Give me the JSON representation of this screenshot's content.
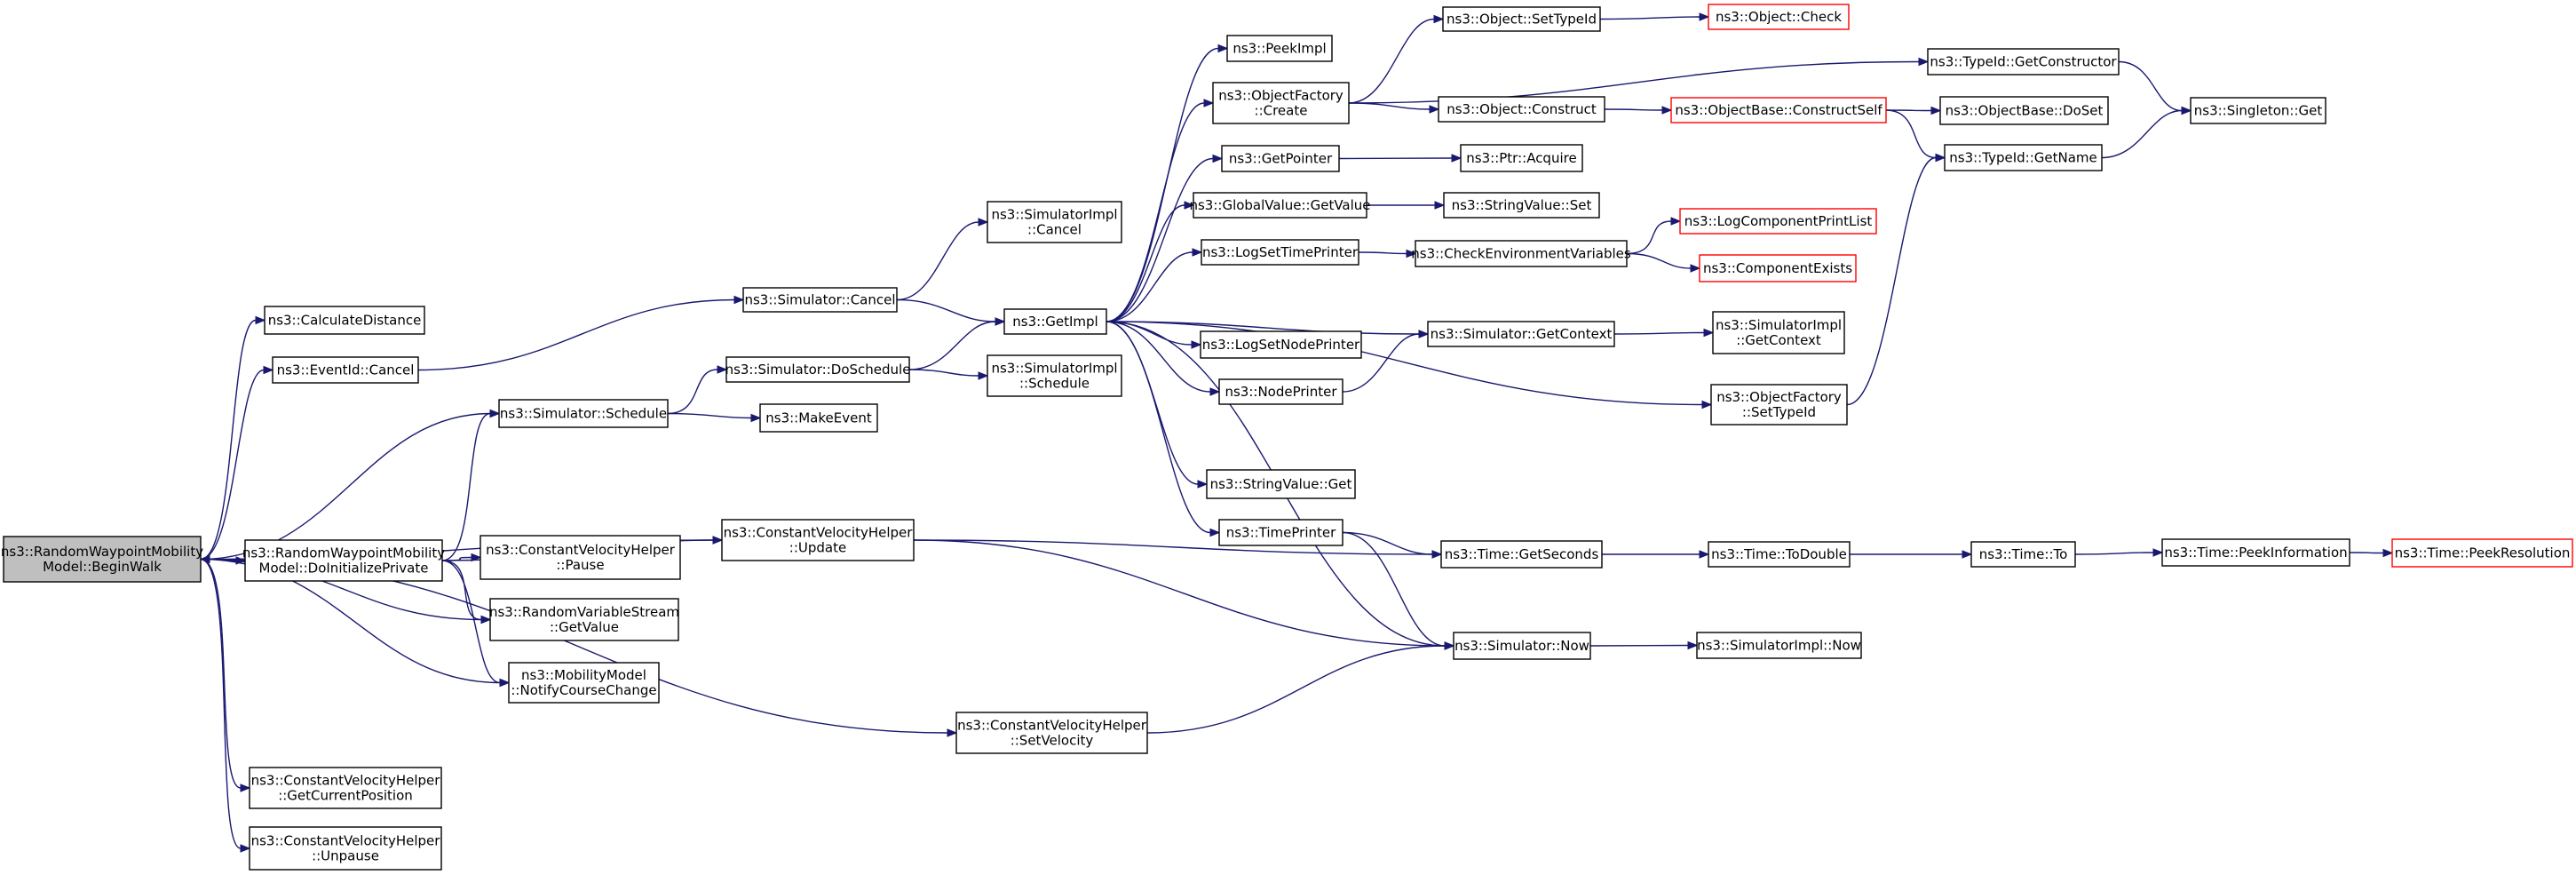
{
  "graph": {
    "nodes": [
      {
        "id": "root",
        "lines": [
          "ns3::RandomWaypointMobility",
          "Model::BeginWalk"
        ],
        "style": "root"
      },
      {
        "id": "calcdist",
        "lines": [
          "ns3::CalculateDistance"
        ]
      },
      {
        "id": "evcancel",
        "lines": [
          "ns3::EventId::Cancel"
        ]
      },
      {
        "id": "schedule",
        "lines": [
          "ns3::Simulator::Schedule"
        ]
      },
      {
        "id": "doinit",
        "lines": [
          "ns3::RandomWaypointMobility",
          "Model::DoInitializePrivate"
        ]
      },
      {
        "id": "cvpause",
        "lines": [
          "ns3::ConstantVelocityHelper",
          "::Pause"
        ]
      },
      {
        "id": "rvsget",
        "lines": [
          "ns3::RandomVariableStream",
          "::GetValue"
        ]
      },
      {
        "id": "notify",
        "lines": [
          "ns3::MobilityModel",
          "::NotifyCourseChange"
        ]
      },
      {
        "id": "getcur",
        "lines": [
          "ns3::ConstantVelocityHelper",
          "::GetCurrentPosition"
        ]
      },
      {
        "id": "unpause",
        "lines": [
          "ns3::ConstantVelocityHelper",
          "::Unpause"
        ]
      },
      {
        "id": "simcancel",
        "lines": [
          "ns3::Simulator::Cancel"
        ]
      },
      {
        "id": "dosched",
        "lines": [
          "ns3::Simulator::DoSchedule"
        ]
      },
      {
        "id": "makeevent",
        "lines": [
          "ns3::MakeEvent"
        ]
      },
      {
        "id": "cvupdate",
        "lines": [
          "ns3::ConstantVelocityHelper",
          "::Update"
        ]
      },
      {
        "id": "setvel",
        "lines": [
          "ns3::ConstantVelocityHelper",
          "::SetVelocity"
        ]
      },
      {
        "id": "implcancel",
        "lines": [
          "ns3::SimulatorImpl",
          "::Cancel"
        ]
      },
      {
        "id": "getimpl",
        "lines": [
          "ns3::GetImpl"
        ]
      },
      {
        "id": "implsched",
        "lines": [
          "ns3::SimulatorImpl",
          "::Schedule"
        ]
      },
      {
        "id": "peekimpl",
        "lines": [
          "ns3::PeekImpl"
        ]
      },
      {
        "id": "ofcreate",
        "lines": [
          "ns3::ObjectFactory",
          "::Create"
        ]
      },
      {
        "id": "getpointer",
        "lines": [
          "ns3::GetPointer"
        ]
      },
      {
        "id": "gvget",
        "lines": [
          "ns3::GlobalValue::GetValue"
        ]
      },
      {
        "id": "logtime",
        "lines": [
          "ns3::LogSetTimePrinter"
        ]
      },
      {
        "id": "lognode",
        "lines": [
          "ns3::LogSetNodePrinter"
        ]
      },
      {
        "id": "nodeprinter",
        "lines": [
          "ns3::NodePrinter"
        ]
      },
      {
        "id": "svget",
        "lines": [
          "ns3::StringValue::Get"
        ]
      },
      {
        "id": "timeprinter",
        "lines": [
          "ns3::TimePrinter"
        ]
      },
      {
        "id": "objsettid",
        "lines": [
          "ns3::Object::SetTypeId"
        ]
      },
      {
        "id": "objconstruct",
        "lines": [
          "ns3::Object::Construct"
        ]
      },
      {
        "id": "ptracquire",
        "lines": [
          "ns3::Ptr::Acquire"
        ]
      },
      {
        "id": "svset",
        "lines": [
          "ns3::StringValue::Set"
        ]
      },
      {
        "id": "checkenv",
        "lines": [
          "ns3::CheckEnvironmentVariables"
        ]
      },
      {
        "id": "getctx",
        "lines": [
          "ns3::Simulator::GetContext"
        ]
      },
      {
        "id": "ofsettid",
        "lines": [
          "ns3::ObjectFactory",
          "::SetTypeId"
        ]
      },
      {
        "id": "getsecs",
        "lines": [
          "ns3::Time::GetSeconds"
        ]
      },
      {
        "id": "simnow",
        "lines": [
          "ns3::Simulator::Now"
        ]
      },
      {
        "id": "objcheck",
        "lines": [
          "ns3::Object::Check"
        ],
        "style": "red"
      },
      {
        "id": "tidgetctor",
        "lines": [
          "ns3::TypeId::GetConstructor"
        ]
      },
      {
        "id": "obconstructself",
        "lines": [
          "ns3::ObjectBase::ConstructSelf"
        ],
        "style": "red"
      },
      {
        "id": "logprintlist",
        "lines": [
          "ns3::LogComponentPrintList"
        ],
        "style": "red"
      },
      {
        "id": "compexists",
        "lines": [
          "ns3::ComponentExists"
        ],
        "style": "red"
      },
      {
        "id": "implgetctx",
        "lines": [
          "ns3::SimulatorImpl",
          "::GetContext"
        ]
      },
      {
        "id": "todouble",
        "lines": [
          "ns3::Time::ToDouble"
        ]
      },
      {
        "id": "implnow",
        "lines": [
          "ns3::SimulatorImpl::Now"
        ]
      },
      {
        "id": "obdoset",
        "lines": [
          "ns3::ObjectBase::DoSet"
        ]
      },
      {
        "id": "tidgetname",
        "lines": [
          "ns3::TypeId::GetName"
        ]
      },
      {
        "id": "timeto",
        "lines": [
          "ns3::Time::To"
        ]
      },
      {
        "id": "singleton",
        "lines": [
          "ns3::Singleton::Get"
        ]
      },
      {
        "id": "peekinfo",
        "lines": [
          "ns3::Time::PeekInformation"
        ]
      },
      {
        "id": "peekres",
        "lines": [
          "ns3::Time::PeekResolution"
        ],
        "style": "red"
      }
    ],
    "edges": [
      [
        "root",
        "calcdist"
      ],
      [
        "root",
        "evcancel"
      ],
      [
        "root",
        "schedule"
      ],
      [
        "root",
        "doinit"
      ],
      [
        "root",
        "cvupdate"
      ],
      [
        "root",
        "rvsget"
      ],
      [
        "root",
        "notify"
      ],
      [
        "root",
        "setvel"
      ],
      [
        "root",
        "getcur"
      ],
      [
        "root",
        "unpause"
      ],
      [
        "doinit",
        "root"
      ],
      [
        "doinit",
        "schedule"
      ],
      [
        "doinit",
        "cvpause"
      ],
      [
        "doinit",
        "rvsget"
      ],
      [
        "doinit",
        "notify"
      ],
      [
        "doinit",
        "cvupdate"
      ],
      [
        "evcancel",
        "simcancel"
      ],
      [
        "schedule",
        "dosched"
      ],
      [
        "schedule",
        "makeevent"
      ],
      [
        "simcancel",
        "implcancel"
      ],
      [
        "simcancel",
        "getimpl"
      ],
      [
        "dosched",
        "getimpl"
      ],
      [
        "dosched",
        "implsched"
      ],
      [
        "cvupdate",
        "getsecs"
      ],
      [
        "cvupdate",
        "simnow"
      ],
      [
        "setvel",
        "simnow"
      ],
      [
        "getimpl",
        "peekimpl"
      ],
      [
        "getimpl",
        "ofcreate"
      ],
      [
        "getimpl",
        "getpointer"
      ],
      [
        "getimpl",
        "gvget"
      ],
      [
        "getimpl",
        "logtime"
      ],
      [
        "getimpl",
        "lognode"
      ],
      [
        "getimpl",
        "nodeprinter"
      ],
      [
        "getimpl",
        "svget"
      ],
      [
        "getimpl",
        "timeprinter"
      ],
      [
        "getimpl",
        "getctx"
      ],
      [
        "getimpl",
        "ofsettid"
      ],
      [
        "getimpl",
        "simnow"
      ],
      [
        "ofcreate",
        "objsettid"
      ],
      [
        "ofcreate",
        "tidgetctor"
      ],
      [
        "ofcreate",
        "objconstruct"
      ],
      [
        "getpointer",
        "ptracquire"
      ],
      [
        "gvget",
        "svset"
      ],
      [
        "logtime",
        "checkenv"
      ],
      [
        "nodeprinter",
        "getctx"
      ],
      [
        "timeprinter",
        "getsecs"
      ],
      [
        "timeprinter",
        "simnow"
      ],
      [
        "objsettid",
        "objcheck"
      ],
      [
        "objconstruct",
        "obconstructself"
      ],
      [
        "checkenv",
        "logprintlist"
      ],
      [
        "checkenv",
        "compexists"
      ],
      [
        "getctx",
        "implgetctx"
      ],
      [
        "ofsettid",
        "tidgetname"
      ],
      [
        "getsecs",
        "todouble"
      ],
      [
        "simnow",
        "implnow"
      ],
      [
        "obconstructself",
        "obdoset"
      ],
      [
        "obconstructself",
        "tidgetname"
      ],
      [
        "tidgetctor",
        "singleton"
      ],
      [
        "tidgetname",
        "singleton"
      ],
      [
        "todouble",
        "timeto"
      ],
      [
        "timeto",
        "peekinfo"
      ],
      [
        "peekinfo",
        "peekres"
      ]
    ]
  }
}
